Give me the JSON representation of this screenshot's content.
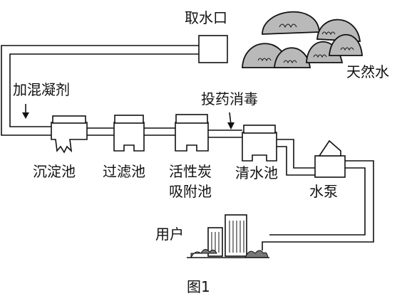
{
  "labels": {
    "water_intake": "取水口",
    "natural_water": "天然水",
    "coagulant": "加混凝剂",
    "disinfectant": "投药消毒",
    "sedimentation_tank": "沉淀池",
    "filtration_tank": "过滤池",
    "carbon_tank_line1": "活性炭",
    "carbon_tank_line2": "吸附池",
    "clean_water_tank": "清水池",
    "water_pump": "水泵",
    "user": "用户",
    "figure_caption": "图1"
  },
  "colors": {
    "line": "#111111",
    "hill_fill": "#b9b9b9",
    "bush_fill": "#777777"
  },
  "icons": {
    "hills": "mountain-icon",
    "arrows": "arrow-down-icon",
    "pump": "pump-icon",
    "buildings": "building-icon"
  }
}
